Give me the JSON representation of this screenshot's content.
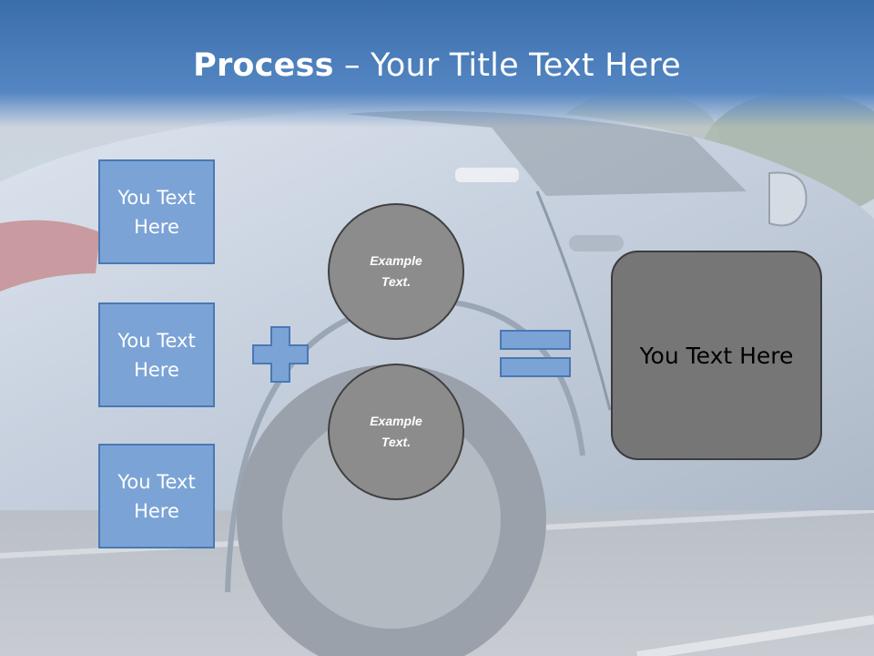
{
  "title": {
    "bold": "Process",
    "rest": " – Your Title Text Here"
  },
  "left_boxes": [
    {
      "label": "You Text Here"
    },
    {
      "label": "You Text Here"
    },
    {
      "label": "You Text Here"
    }
  ],
  "circles": [
    {
      "label": "Example Text."
    },
    {
      "label": "Example Text."
    }
  ],
  "result": {
    "label": "You Text Here"
  },
  "icons": {
    "plus": "plus-icon",
    "equals": "equals-icon"
  },
  "colors": {
    "title_bar": "#4a7fba",
    "box_fill": "#7ba3d6",
    "box_border": "#4a78b5",
    "circle_fill": "#8c8c8c",
    "result_fill": "#767676",
    "operator_fill": "#7ba3d6"
  }
}
